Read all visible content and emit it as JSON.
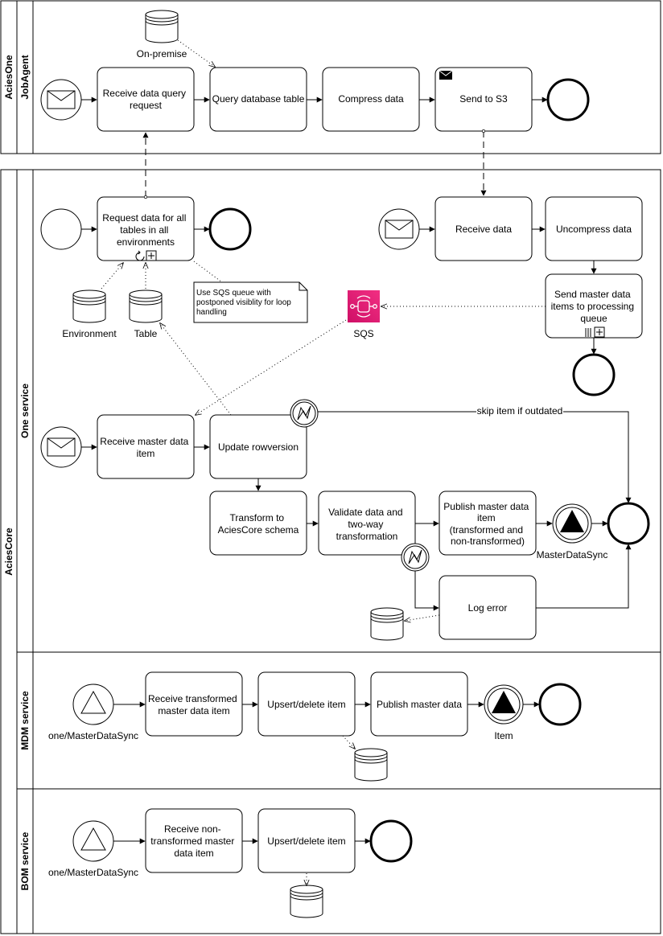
{
  "pools": {
    "acies_one": "AciesOne",
    "acies_core": "AciesCore"
  },
  "lanes": {
    "job_agent": "JobAgent",
    "one_service": "One service",
    "mdm_service": "MDM service",
    "bom_service": "BOM service"
  },
  "job_agent": {
    "receive_request": "Receive data query request",
    "query_table": "Query database table",
    "compress": "Compress data",
    "send_s3": "Send to S3",
    "on_premise": "On-premise"
  },
  "one_service": {
    "request_all": [
      "Request data for all",
      "tables in all",
      "environments"
    ],
    "environment": "Environment",
    "table": "Table",
    "note": [
      "Use SQS queue with",
      "postponed visiblity for loop",
      "handling"
    ],
    "receive_data": "Receive data",
    "uncompress": "Uncompress data",
    "send_master": [
      "Send master data",
      "items to processing",
      "queue"
    ],
    "sqs": "SQS",
    "receive_master": [
      "Receive master data",
      "item"
    ],
    "update_rowversion": "Update rowversion",
    "skip_label": "skip item if outdated",
    "transform": [
      "Transform to",
      "AciesCore schema"
    ],
    "validate": [
      "Validate data and",
      "two-way",
      "transformation"
    ],
    "publish_master": [
      "Publish master data",
      "item",
      "(transformed and",
      "non-transformed)"
    ],
    "master_data_sync": "MasterDataSync",
    "log_error": "Log error"
  },
  "mdm_service": {
    "start_label": "one/MasterDataSync",
    "receive_transformed": [
      "Receive transformed",
      "master data item"
    ],
    "upsert": "Upsert/delete item",
    "publish": "Publish master data",
    "item_label": "Item"
  },
  "bom_service": {
    "start_label": "one/MasterDataSync",
    "receive_non": [
      "Receive non-",
      "transformed master",
      "data item"
    ],
    "upsert": "Upsert/delete item"
  }
}
